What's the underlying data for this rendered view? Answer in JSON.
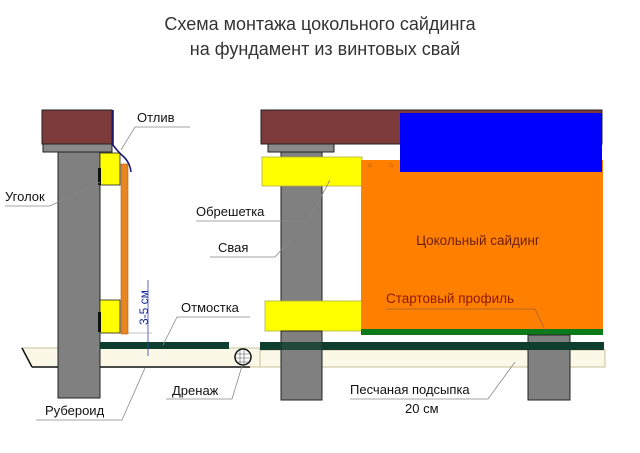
{
  "title": {
    "line1": "Схема монтажа цокольного сайдинга",
    "line2": "на фундамент из винтовых свай"
  },
  "labels": {
    "drip": "Отлив",
    "corner": "Уголок",
    "battens": "Обрешетка",
    "pile": "Свая",
    "blind_area": "Отмостка",
    "drainage": "Дренаж",
    "roofing_felt": "Рубероид",
    "gap": "3-5 см",
    "siding": "Цокольный сайдинг",
    "start_profile": "Стартовый профиль",
    "sand_bed": "Песчаная подсыпка",
    "sand_depth": "20 см"
  },
  "colors": {
    "beam": "#7d3a3a",
    "pile": "#808080",
    "batten": "#ffff00",
    "siding": "#ff8000",
    "insulation": "#0000ff",
    "blind_area": "#0f3d2e",
    "start_profile": "#0a7a1a",
    "sand": "#fbf8e8"
  }
}
